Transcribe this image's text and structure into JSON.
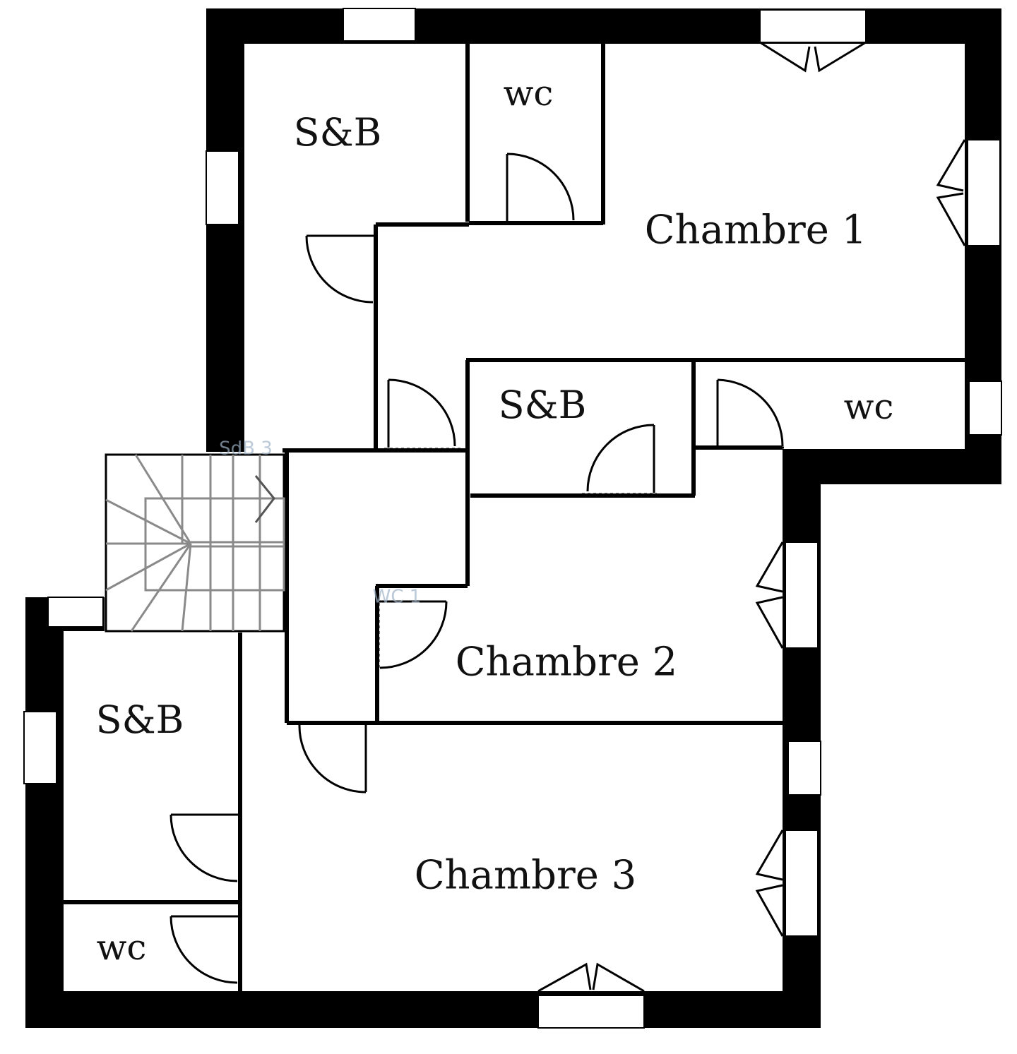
{
  "colors": {
    "wall": "#000000",
    "background": "#ffffff",
    "stair": "#8a8a8a",
    "ghost_text": "#9fb3c8"
  },
  "rooms": {
    "sdb_top": "S&B",
    "wc_top": "wc",
    "chambre1": "Chambre 1",
    "sdb_mid": "S&B",
    "wc_mid": "wc",
    "chambre2": "Chambre 2",
    "sdb_left": "S&B",
    "wc_left": "wc",
    "chambre3": "Chambre 3"
  },
  "ghost": {
    "sdb3": "SdB 3",
    "wc1": "WC 1"
  },
  "icons": [
    "door-swing-icon",
    "window-icon",
    "double-casement-window-icon",
    "staircase-arrow-icon"
  ]
}
